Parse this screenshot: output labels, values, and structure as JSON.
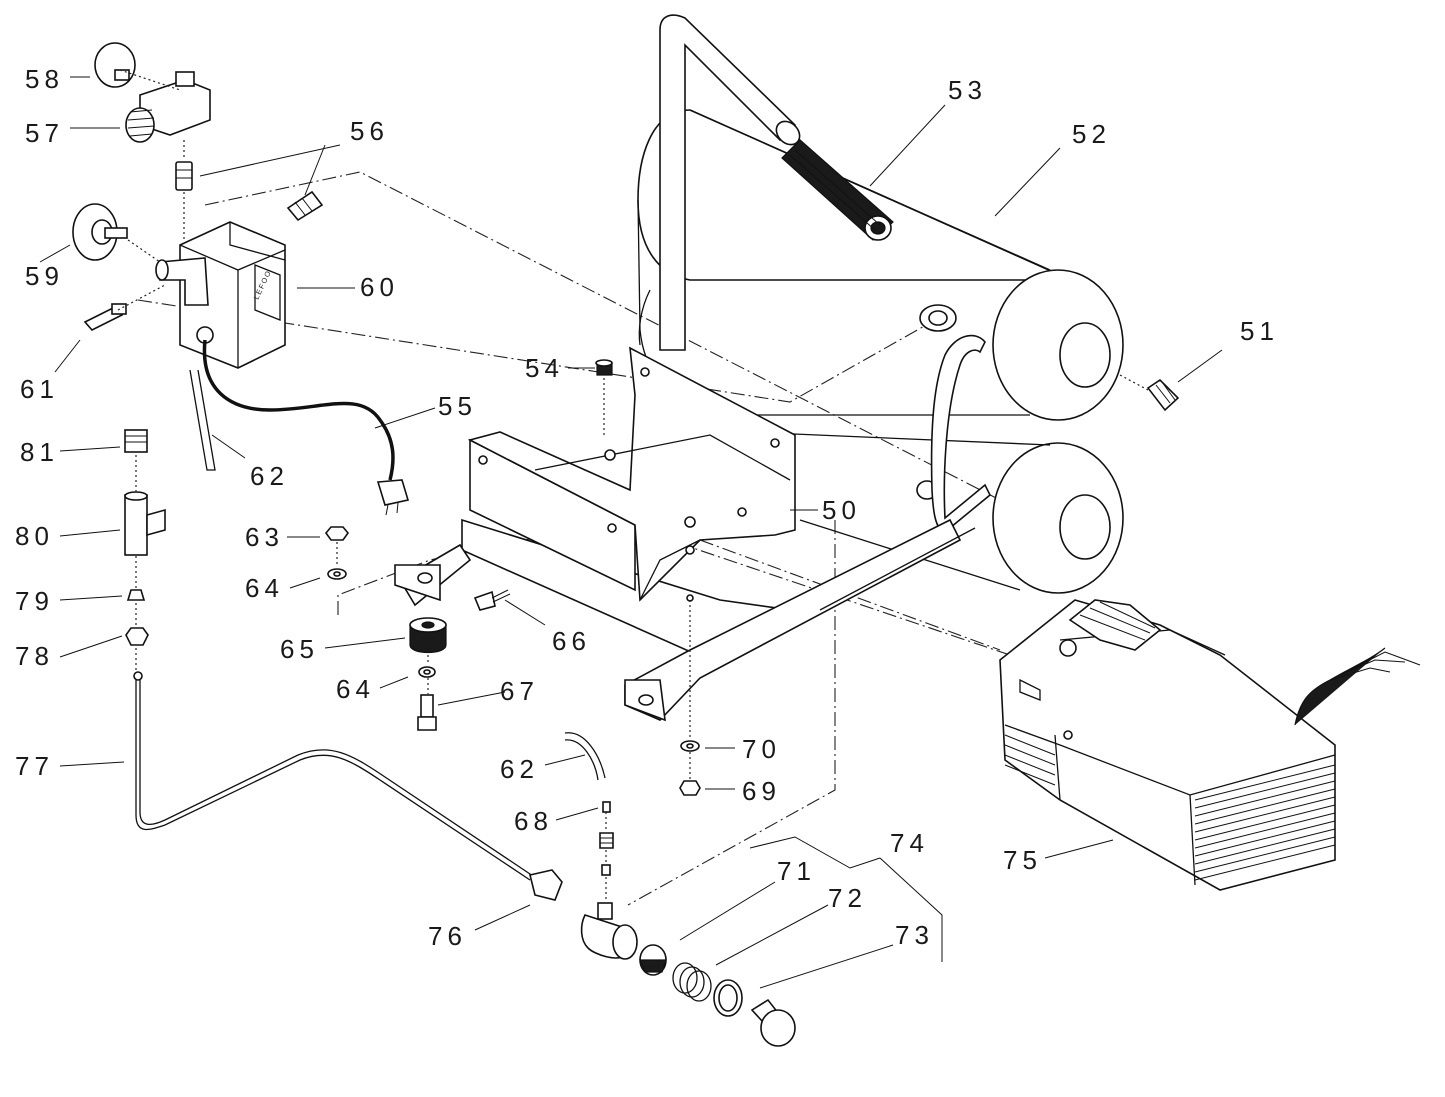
{
  "labels": {
    "p50": "50",
    "p51": "51",
    "p52": "52",
    "p53": "53",
    "p54": "54",
    "p55": "55",
    "p56": "56",
    "p57": "57",
    "p58": "58",
    "p59": "59",
    "p60": "60",
    "p61": "61",
    "p62a": "62",
    "p62b": "62",
    "p63": "63",
    "p64a": "64",
    "p64b": "64",
    "p65": "65",
    "p66": "66",
    "p67": "67",
    "p68": "68",
    "p69": "69",
    "p70": "70",
    "p71": "71",
    "p72": "72",
    "p73": "73",
    "p74": "74",
    "p75": "75",
    "p76": "76",
    "p77": "77",
    "p78": "78",
    "p79": "79",
    "p80": "80",
    "p81": "81"
  },
  "pressure_switch_brand": "LEFOO"
}
